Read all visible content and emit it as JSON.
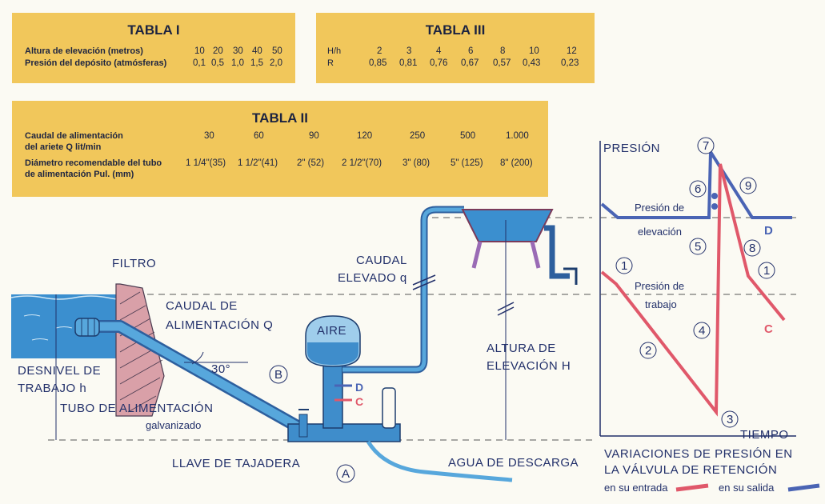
{
  "tabla1": {
    "title": "TABLA I",
    "row1_label": "Altura de elevación (metros)",
    "row2_label": "Presión del depósito (atmósferas)",
    "row1_values": [
      "10",
      "20",
      "30",
      "40",
      "50"
    ],
    "row2_values": [
      "0,1",
      "0,5",
      "1,0",
      "1,5",
      "2,0"
    ]
  },
  "tabla3": {
    "title": "TABLA III",
    "row1_label": "H/h",
    "row2_label": "R",
    "row1_values": [
      "2",
      "3",
      "4",
      "6",
      "8",
      "10",
      "12"
    ],
    "row2_values": [
      "0,85",
      "0,81",
      "0,76",
      "0,67",
      "0,57",
      "0,43",
      "0,23"
    ]
  },
  "tabla2": {
    "title": "TABLA II",
    "row1_label_a": "Caudal de alimentación",
    "row1_label_b": "del ariete Q lit/min",
    "row2_label_a": "Diámetro recomendable del tubo",
    "row2_label_b": "de alimentación Pul. (mm)",
    "row1_values": [
      "30",
      "60",
      "90",
      "120",
      "250",
      "500",
      "1.000"
    ],
    "row2_values": [
      "1 1/4\"(35)",
      "1 1/2\"(41)",
      "2\" (52)",
      "2 1/2\"(70)",
      "3\" (80)",
      "5\" (125)",
      "8\" (200)"
    ]
  },
  "diagram": {
    "filtro": "FILTRO",
    "caudal_alim_1": "CAUDAL DE",
    "caudal_alim_2": "ALIMENTACIÓN Q",
    "desnivel_1": "DESNIVEL DE",
    "desnivel_2": "TRABAJO h",
    "angle": "30°",
    "tubo_1": "TUBO DE ALIMENTACIÓN",
    "tubo_2": "galvanizado",
    "llave": "LLAVE DE TAJADERA",
    "aire": "AIRE",
    "b": "B",
    "a": "A",
    "d": "D",
    "c": "C",
    "caudal_elev_1": "CAUDAL",
    "caudal_elev_2": "ELEVADO q",
    "altura_1": "ALTURA DE",
    "altura_2": "ELEVACIÓN H",
    "agua": "AGUA DE DESCARGA"
  },
  "pressure_graph": {
    "y_axis": "PRESIÓN",
    "x_axis": "TIEMPO",
    "presion_elev_1": "Presión de",
    "presion_elev_2": "elevación",
    "presion_trab_1": "Presión de",
    "presion_trab_2": "trabajo",
    "points": [
      "1",
      "2",
      "3",
      "4",
      "5",
      "6",
      "7",
      "8",
      "9",
      "1"
    ],
    "d": "D",
    "c": "C",
    "caption_1": "VARIACIONES DE PRESIÓN EN",
    "caption_2": "LA VÁLVULA DE RETENCIÓN",
    "legend_in": "en su entrada",
    "legend_out": "en su salida",
    "color_entrada": "#e0586a",
    "color_salida": "#4a64b4"
  }
}
